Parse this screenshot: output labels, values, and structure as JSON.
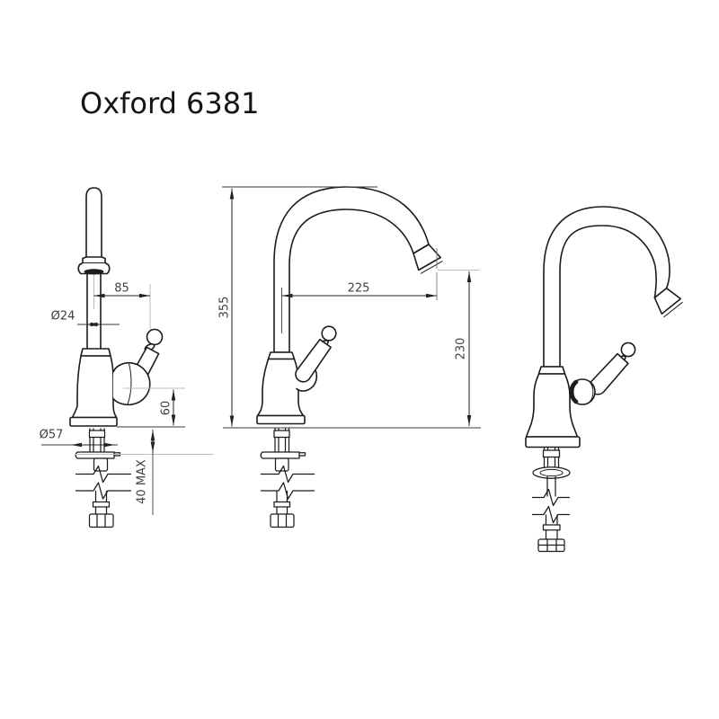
{
  "title": "Oxford 6381",
  "dimensions": {
    "spout_offset": "85",
    "spout_diameter": "Ø24",
    "outlet_height": "60",
    "base_diameter": "Ø57",
    "below_deck_max": "40 MAX",
    "total_height": "355",
    "spout_reach": "225",
    "spout_clearance": "230"
  },
  "colors": {
    "background": "#ffffff",
    "line": "#1c1c1c",
    "extension_line": "#bcbcbc",
    "dimension_text": "#3f3f3f",
    "title_text": "#151515"
  }
}
